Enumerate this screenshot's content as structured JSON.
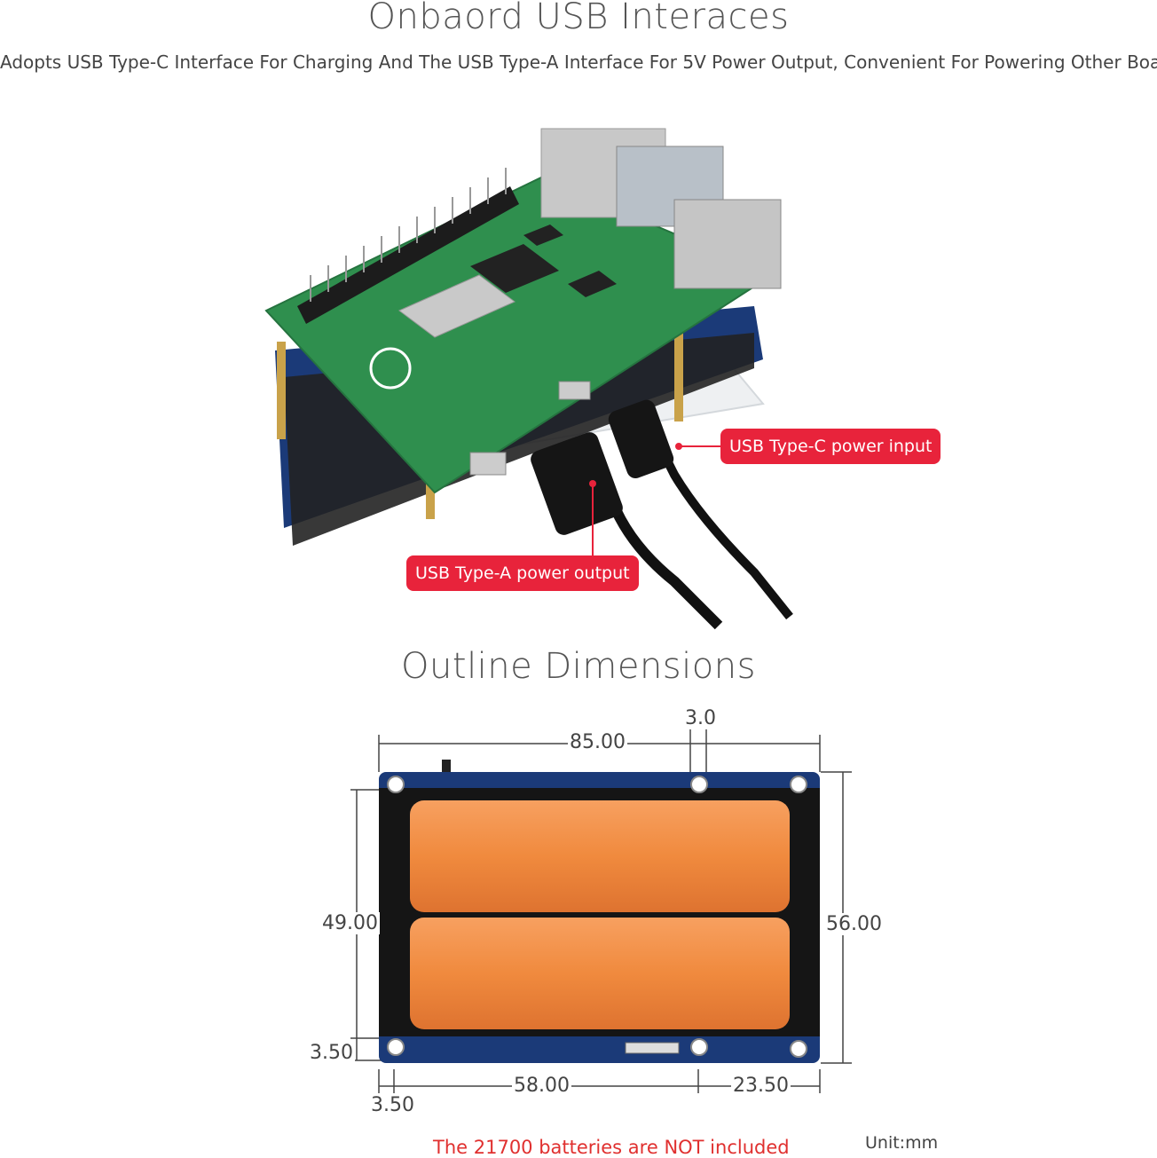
{
  "header": {
    "title": "Onbaord USB Interaces",
    "subtitle": "Adopts USB Type-C Interface For Charging And The USB Type-A Interface For 5V Power Output, Convenient For Powering Other Boards"
  },
  "product_photo": {
    "callout_typec": "USB Type-C power input",
    "callout_typea": "USB Type-A power output"
  },
  "dimensions": {
    "title": "Outline Dimensions",
    "top_width": "85.00",
    "top_hole": "3.0",
    "left_height": "49.00",
    "right_height": "56.00",
    "bottom_left_margin": "3.50",
    "bottom_offset": "3.50",
    "bottom_span": "58.00",
    "bottom_right": "23.50",
    "battery_note": "The 21700 batteries are NOT included",
    "unit": "Unit:mm"
  },
  "colors": {
    "callout": "#e8233b",
    "pcb_blue": "#1b3a78",
    "pi_green": "#2f8f4e",
    "battery": "#f0853a",
    "note_red": "#e0302f"
  }
}
